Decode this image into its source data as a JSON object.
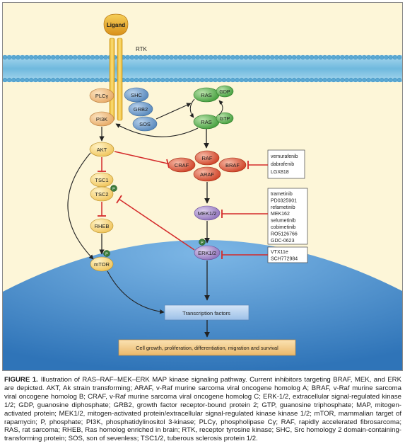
{
  "figure": {
    "ligand": "Ligand",
    "rtk": "RTK",
    "adaptors": {
      "plcg": "PLCγ",
      "pi3k": "PI3K",
      "shc": "SHC",
      "grb2": "GRB2",
      "sos": "SOS"
    },
    "ras_gdp": {
      "ras": "RAS",
      "gdp": "GDP"
    },
    "ras_gtp": {
      "ras": "RAS",
      "gtp": "GTP"
    },
    "raf": {
      "craf": "CRAF",
      "raf": "RAF",
      "araf": "ARAF",
      "braf": "BRAF"
    },
    "mek": "MEK1/2",
    "erk": "ERK1/2",
    "akt": "AKT",
    "tsc1": "TSC1",
    "tsc2": "TSC2",
    "rheb": "RHEB",
    "mtor": "mTOR",
    "phospho": "P",
    "transcription": "Transcription factors",
    "outcome": "Cell growth, proliferation, differentiation, migration and survival",
    "braf_inhibitors": [
      "vemurafenib",
      "dabrafenib",
      "LGX818"
    ],
    "mek_inhibitors": [
      "trametinib",
      "PD0325901",
      "refametinib",
      "MEK162",
      "selumetinib",
      "cobimetinib",
      "RO5126766",
      "GDC-0623"
    ],
    "erk_inhibitors": [
      "VTX11e",
      "SCH772984"
    ]
  },
  "caption": {
    "label": "FIGURE 1.",
    "text": "Illustration of RAS–RAF–MEK–ERK MAP kinase signaling pathway. Current inhibitors targeting BRAF, MEK, and ERK are depicted. AKT, Ak strain transforming; ARAF, v-Raf murine sarcoma viral oncogene homolog A; BRAF, v-Raf murine sarcoma viral oncogene homolog B; CRAF, v-Raf murine sarcoma viral oncogene homolog C; ERK-1/2, extracellular signal-regulated kinase 1/2; GDP, guanosine diphosphate; GRB2, growth factor receptor-bound protein 2; GTP, guanosine triphosphate; MAP, mitogen-activated protein; MEK1/2, mitogen-activated protein/extracellular signal-regulated kinase kinase 1/2; mTOR, mammalian target of rapamycin; P, phosphate; PI3K, phosphatidylinositol 3-kinase; PLCγ, phospholipase Cγ; RAF, rapidly accelerated fibrosarcoma; RAS, rat sarcoma; RHEB, Ras homolog enriched in brain; RTK, receptor tyrosine kinase; SHC, Src homology 2 domain-containing-transforming protein; SOS, son of sevenless; TSC1/2, tuberous sclerosis protein 1/2."
  },
  "colors": {
    "background": "#fdf6d8",
    "membrane": "#8fcbe6",
    "nucleus": "#3e86c6",
    "ligand": "#e0a020",
    "receptor": "#f2c230",
    "adaptor": "#eeba7a",
    "adaptor_blue": "#6b98c6",
    "ras": "#57ad4a",
    "raf": "#d94a2c",
    "mek_erk": "#9b7fc2",
    "phospho": "#3b7b3a",
    "inhibit": "#d42a2a",
    "activate": "#222222",
    "transcription_box": "#b9d3ef",
    "outcome_box": "#f2cc8f"
  }
}
